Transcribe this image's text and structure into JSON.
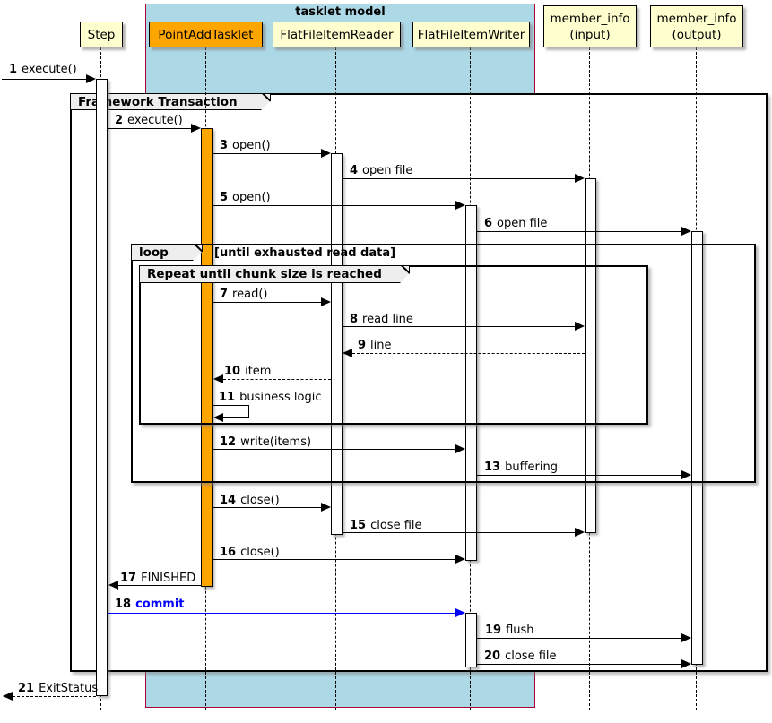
{
  "group_box": {
    "title": "tasklet model"
  },
  "participants": [
    {
      "label": "Step"
    },
    {
      "label": "PointAddTasklet"
    },
    {
      "label": "FlatFileItemReader"
    },
    {
      "label": "FlatFileItemWriter"
    },
    {
      "label": "member_info",
      "sub": "(input)"
    },
    {
      "label": "member_info",
      "sub": "(output)"
    }
  ],
  "frames": {
    "transaction": {
      "label": "Framework Transaction"
    },
    "loop": {
      "label": "loop",
      "guard": "[until exhausted read data]"
    },
    "repeat": {
      "label": "Repeat until chunk size is reached"
    }
  },
  "messages": [
    {
      "num": "1",
      "label": "execute()"
    },
    {
      "num": "2",
      "label": "execute()"
    },
    {
      "num": "3",
      "label": "open()"
    },
    {
      "num": "4",
      "label": "open file"
    },
    {
      "num": "5",
      "label": "open()"
    },
    {
      "num": "6",
      "label": "open file"
    },
    {
      "num": "7",
      "label": "read()"
    },
    {
      "num": "8",
      "label": "read line"
    },
    {
      "num": "9",
      "label": "line"
    },
    {
      "num": "10",
      "label": "item"
    },
    {
      "num": "11",
      "label": "business logic"
    },
    {
      "num": "12",
      "label": "write(items)"
    },
    {
      "num": "13",
      "label": "buffering"
    },
    {
      "num": "14",
      "label": "close()"
    },
    {
      "num": "15",
      "label": "close file"
    },
    {
      "num": "16",
      "label": "close()"
    },
    {
      "num": "17",
      "label": "FINISHED"
    },
    {
      "num": "18",
      "label": "commit"
    },
    {
      "num": "19",
      "label": "flush"
    },
    {
      "num": "20",
      "label": "close file"
    },
    {
      "num": "21",
      "label": "ExitStatus"
    }
  ],
  "colors": {
    "tasklet_fill": "#FFA500",
    "group_box_fill": "#ADD8E6",
    "group_box_border": "#A80036",
    "participant_fill": "#FEFECE",
    "frame_tab_fill": "#EEEEEE",
    "commit_message": "#0000FF"
  }
}
